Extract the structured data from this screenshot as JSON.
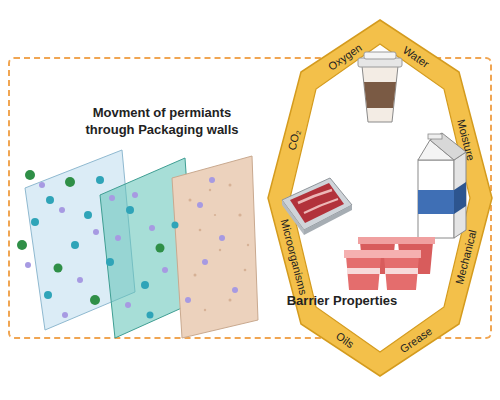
{
  "diagram": {
    "nodes": [
      {
        "text": [
          "Movment of permiants through Packaging walls"
        ]
      },
      {
        "text": [
          "Oxygen",
          "Water",
          "Moisture",
          "Mechanical",
          "Grease",
          "Oils",
          "Microorganisms",
          "CO₂",
          "Barrier Properties"
        ]
      }
    ]
  }
}
